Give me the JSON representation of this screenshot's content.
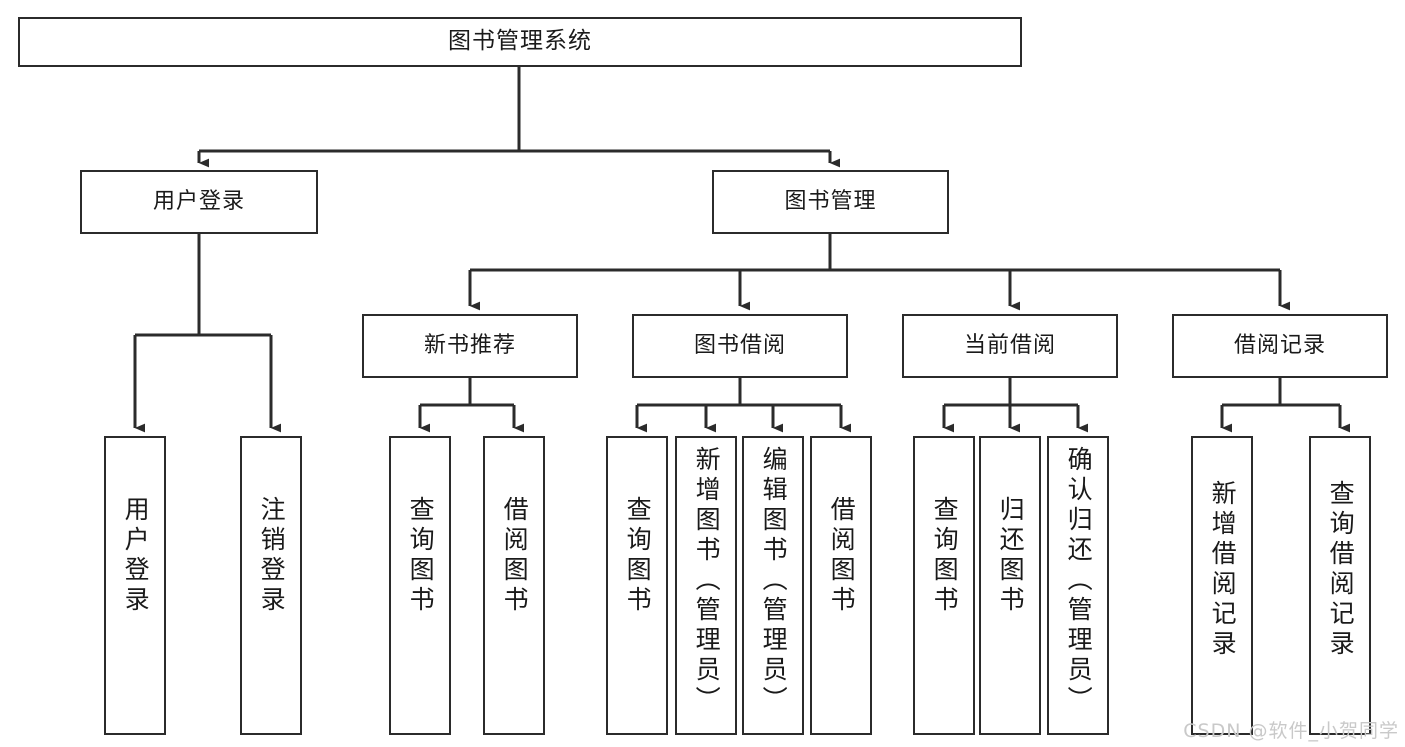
{
  "diagram": {
    "title": "图书管理系统",
    "type": "tree-hierarchy",
    "watermark": "CSDN @软件_小贺同学",
    "colors": {
      "stroke": "#2b2b2b",
      "background": "#ffffff",
      "text": "#1a1a1a",
      "watermark": "#c9c9c9"
    },
    "nodes": {
      "root": {
        "label": "图书管理系统"
      },
      "level2": [
        {
          "label": "用户登录"
        },
        {
          "label": "图书管理"
        }
      ],
      "level3": [
        {
          "label": "新书推荐"
        },
        {
          "label": "图书借阅"
        },
        {
          "label": "当前借阅"
        },
        {
          "label": "借阅记录"
        }
      ],
      "leaves": {
        "user_login": [
          {
            "label": "用户登录"
          },
          {
            "label": "注销登录"
          }
        ],
        "new_book": [
          {
            "label": "查询图书"
          },
          {
            "label": "借阅图书"
          }
        ],
        "book_borrow": [
          {
            "label": "查询图书"
          },
          {
            "label": "新增图书（管理员）"
          },
          {
            "label": "编辑图书（管理员）"
          },
          {
            "label": "借阅图书"
          }
        ],
        "current_borrow": [
          {
            "label": "查询图书"
          },
          {
            "label": "归还图书"
          },
          {
            "label": "确认归还（管理员）"
          }
        ],
        "borrow_record": [
          {
            "label": "新增借阅记录"
          },
          {
            "label": "查询借阅记录"
          }
        ]
      }
    }
  }
}
